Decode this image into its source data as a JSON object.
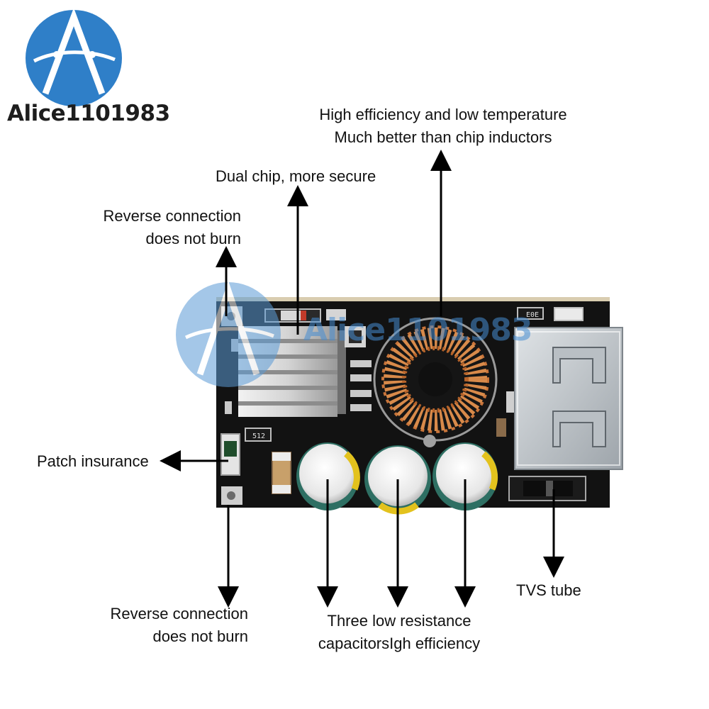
{
  "brand": {
    "name": "Alice1101983"
  },
  "callouts": {
    "inductor": {
      "line1": "High efficiency and low temperature",
      "line2": "Much better than chip inductors"
    },
    "dual_chip": {
      "line1": "Dual chip, more secure"
    },
    "reverse_top": {
      "line1": "Reverse connection",
      "line2": "does not burn"
    },
    "patch": {
      "line1": "Patch insurance"
    },
    "reverse_bottom": {
      "line1": "Reverse connection",
      "line2": "does not burn"
    },
    "capacitors": {
      "line1": "Three low resistance",
      "line2": "capacitorsIgh efficiency"
    },
    "tvs": {
      "line1": "TVS tube"
    }
  },
  "board": {
    "resistor_code": "512",
    "fuse_code": "E0E"
  },
  "colors": {
    "logo_blue": "#2f7fc8",
    "pcb": "#121212",
    "copper": "#c8743a",
    "capacitor": "#2e6f63",
    "usb": "#c8cdd2"
  }
}
